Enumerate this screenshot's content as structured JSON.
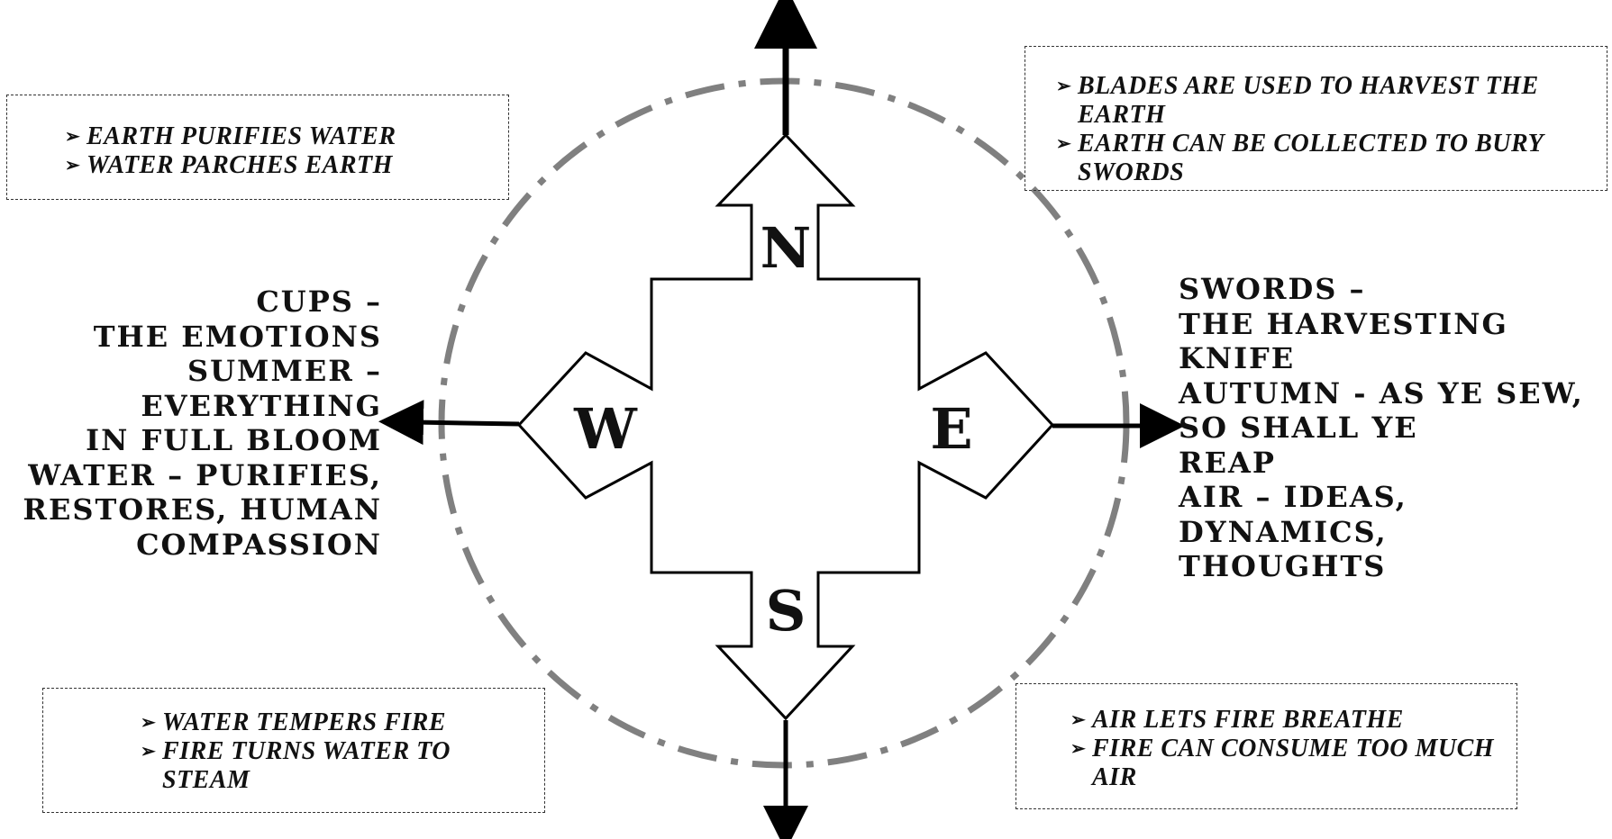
{
  "compass": {
    "north": "N",
    "south": "S",
    "east": "E",
    "west": "W"
  },
  "boxes": {
    "top_left": {
      "items": [
        "Earth purifies water",
        "Water parches earth"
      ]
    },
    "top_right": {
      "items": [
        "Blades are used to harvest the earth",
        "Earth can be collected to bury swords"
      ]
    },
    "bottom_left": {
      "items": [
        "Water tempers fire",
        "Fire turns water to steam"
      ]
    },
    "bottom_right": {
      "items": [
        "Air lets fire breathe",
        "Fire can consume too much air"
      ]
    }
  },
  "west_text": {
    "lines": [
      "Cups –",
      "The Emotions",
      "Summer –",
      "Everything",
      "in full bloom",
      "Water – purifies,",
      "restores, human",
      "compassion"
    ]
  },
  "east_text": {
    "lines": [
      "Swords –",
      "The Harvesting",
      "Knife",
      "Autumn - As ye sew,",
      "so shall ye",
      "reap",
      "Air – ideas,",
      "dynamics,",
      "thoughts"
    ]
  },
  "colors": {
    "circle": "#808080",
    "stroke": "#000000",
    "fill": "#ffffff"
  }
}
